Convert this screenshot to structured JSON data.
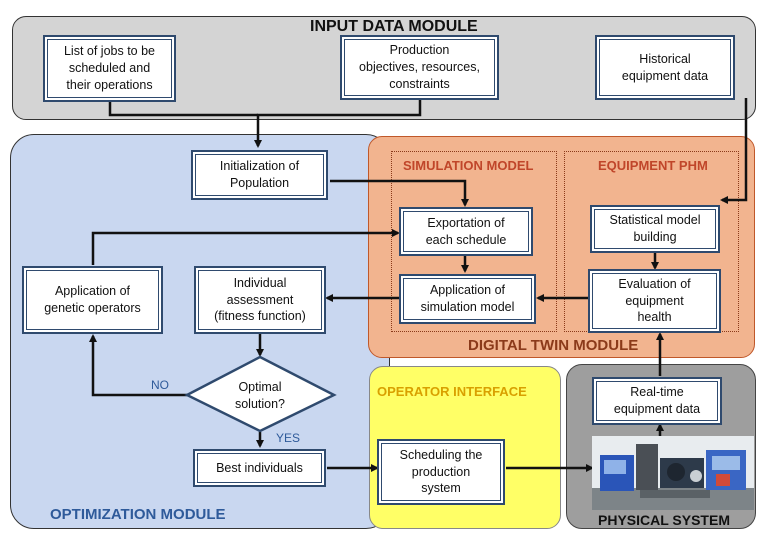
{
  "modules": {
    "input": "INPUT DATA MODULE",
    "optimization": "OPTIMIZATION MODULE",
    "digital_twin": "DIGITAL TWIN MODULE",
    "simulation": "SIMULATION MODEL",
    "phm": "EQUIPMENT PHM",
    "operator": "OPERATOR INTERFACE",
    "physical": "PHYSICAL  SYSTEM"
  },
  "boxes": {
    "jobs_list": "List of jobs to be\nscheduled and\ntheir operations",
    "production_objectives": "Production\nobjectives, resources,\nconstraints",
    "historical_data": "Historical\nequipment data",
    "init_population": "Initialization of\nPopulation",
    "export_schedule": "Exportation  of\neach schedule",
    "apply_simulation": "Application of\nsimulation model",
    "statistical_model": "Statistical model\nbuilding",
    "equipment_health": "Evaluation of\nequipment\nhealth",
    "genetic_operators": "Application of\ngenetic operators",
    "individual_assessment": "Individual\nassessment\n(fitness function)",
    "optimal_solution": "Optimal\nsolution?",
    "best_individuals": "Best individuals",
    "scheduling_system": "Scheduling the\nproduction\nsystem",
    "realtime_data": "Real-time\nequipment data"
  },
  "decision_labels": {
    "no": "NO",
    "yes": "YES"
  },
  "icons": {
    "machine": "industrial-machine-photo"
  },
  "colors": {
    "input_bg": "#d4d4d4",
    "optimization_bg": "#c9d7f0",
    "digital_twin_bg": "#f2b48f",
    "operator_bg": "#ffff66",
    "physical_bg": "#9e9e9e",
    "box_border": "#2f4a6e",
    "optimization_title": "#2e5a9a",
    "digital_twin_title": "#8b3a1a",
    "operator_title": "#d9a000"
  }
}
